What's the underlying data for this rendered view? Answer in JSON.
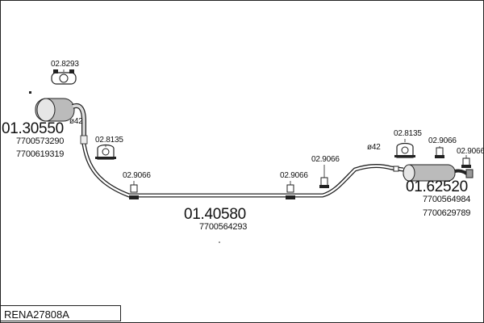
{
  "diagram": {
    "article_code": "RENA27808A",
    "parts": [
      {
        "id": "front",
        "number": "01.30550",
        "refs": [
          "7700573290",
          "7700619319"
        ]
      },
      {
        "id": "middle",
        "number": "01.40580",
        "refs": [
          "7700564293"
        ]
      },
      {
        "id": "rear",
        "number": "01.62520",
        "refs": [
          "7700564984",
          "7700629789"
        ]
      }
    ],
    "fittings": [
      {
        "id": "gasket-top",
        "number": "02.8293"
      },
      {
        "id": "clamp-front",
        "number": "02.8135"
      },
      {
        "id": "rubber-front",
        "number": "02.9066"
      },
      {
        "id": "rubber-mid",
        "number": "02.9066"
      },
      {
        "id": "rubber-right",
        "number": "02.9066"
      },
      {
        "id": "clamp-rear",
        "number": "02.8135"
      },
      {
        "id": "rubber-rear-1",
        "number": "02.9066"
      },
      {
        "id": "rubber-rear-2",
        "number": "02.9066"
      }
    ],
    "diameters": [
      {
        "id": "dia-front",
        "text": "ø42"
      },
      {
        "id": "dia-rear",
        "text": "ø42"
      }
    ]
  }
}
